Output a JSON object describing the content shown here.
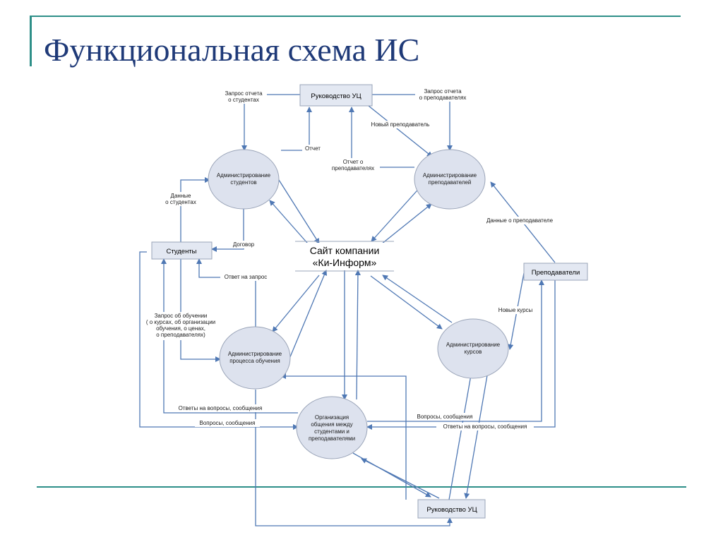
{
  "slide": {
    "title": "Функциональная схема ИС"
  },
  "diagram": {
    "site": [
      "Сайт компании",
      "«Ки-Информ»"
    ],
    "boxes": {
      "management_top": "Руководство УЦ",
      "students": "Студенты",
      "teachers": "Преподаватели",
      "management_bottom": "Руководство УЦ"
    },
    "processes": {
      "admin_students": [
        "Администрирование",
        "студентов"
      ],
      "admin_teachers": [
        "Администрирование",
        "преподавателей"
      ],
      "admin_learning": [
        "Администрирование",
        "процесса обучения"
      ],
      "admin_courses": [
        "Администрирование",
        "курсов"
      ],
      "communication": [
        "Организация",
        "общения между",
        "студентами и",
        "преподавателями"
      ]
    },
    "labels": {
      "req_students": [
        "Запрос отчета",
        "о студентах"
      ],
      "req_teachers": [
        "Запрос отчета",
        "о преподавателях"
      ],
      "new_teacher": "Новый преподаватель",
      "report": "Отчет",
      "report_teachers": [
        "Отчет о",
        "преподавателях"
      ],
      "student_data": [
        "Данные",
        "о студентах"
      ],
      "contract": "Договор",
      "answer": "Ответ на запрос",
      "teacher_data": "Данные о преподавателе",
      "training_request": [
        "Запрос об обучении",
        "( о курсах, об организации",
        "обучения, о ценах,",
        "о преподавателях)"
      ],
      "new_courses": "Новые курсы",
      "answers_left": "Ответы на вопросы, сообщения",
      "questions_left": "Вопросы, сообщения",
      "questions_right": "Вопросы, сообщения",
      "answers_right": "Ответы на вопросы, сообщения"
    }
  }
}
